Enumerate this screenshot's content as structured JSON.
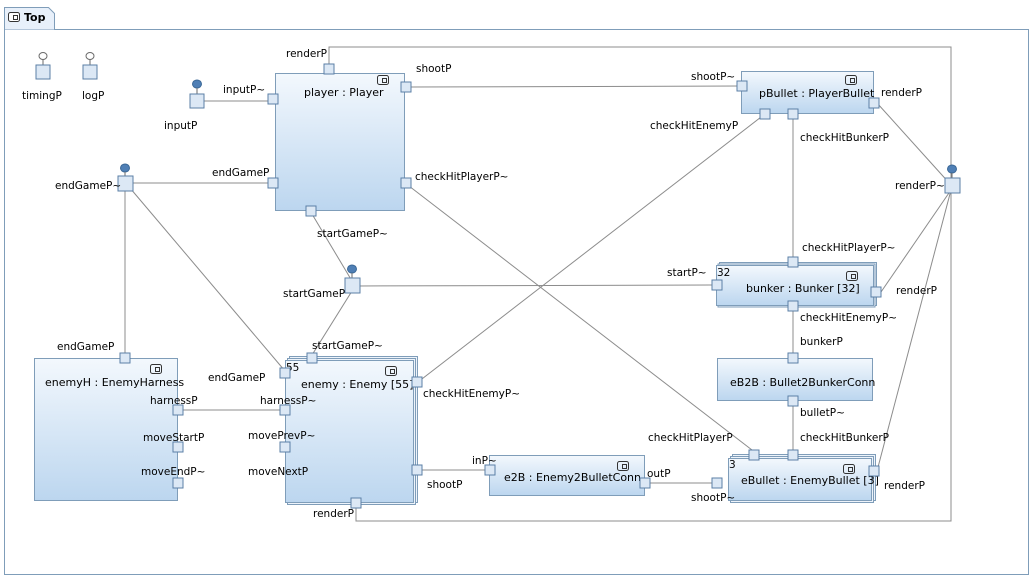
{
  "frame": {
    "title": "Top"
  },
  "colors": {
    "box_top": "#f3f8fd",
    "box_bottom": "#bcd6ef",
    "border": "#7f9db9",
    "connector": "#8c8c8c"
  },
  "icons": {
    "frame_icon": "structure-icon",
    "actor_icon": "structure-icon"
  },
  "nodes": {
    "player": "player : Player",
    "pBullet": "pBullet : PlayerBullet",
    "bunker": "bunker : Bunker [32]",
    "bunker_mult": "32",
    "eB2B": "eB2B : Bullet2BunkerConn",
    "enemyH": "enemyH : EnemyHarness",
    "enemy": "enemy : Enemy [55]",
    "enemy_mult": "55",
    "e2B": "e2B : Enemy2BulletConn",
    "eBullet": "eBullet : EnemyBullet [3]",
    "eBullet_mult": "3"
  },
  "ports": {
    "timingP": "timingP",
    "logP": "logP",
    "inputP": "inputP",
    "inputP_tilde": "inputP~",
    "renderP_player": "renderP",
    "shootP_player": "shootP",
    "shootP_tilde_pbullet": "shootP~",
    "renderP_pbullet": "renderP",
    "checkHitEnemyP": "checkHitEnemyP",
    "checkHitBunkerP_pbullet": "checkHitBunkerP",
    "endGameP_tilde": "endGameP~",
    "endGameP_player": "endGameP",
    "checkHitPlayerP_tilde": "checkHitPlayerP~",
    "renderP_tilde": "renderP~",
    "startGameP_tilde_player": "startGameP~",
    "checkHitPlayerP_tilde_bunker": "checkHitPlayerP~",
    "startP_tilde": "startP~",
    "startGameP": "startGameP",
    "renderP_bunker": "renderP",
    "checkHitEnemyP_tilde_bunker": "checkHitEnemyP~",
    "endGameP_enemyH": "endGameP",
    "startGameP_tilde_enemy": "startGameP~",
    "bunkerP": "bunkerP",
    "endGameP_enemy": "endGameP",
    "harnessP": "harnessP",
    "harnessP_tilde": "harnessP~",
    "checkHitEnemyP_tilde_enemy": "checkHitEnemyP~",
    "bulletP_tilde": "bulletP~",
    "moveStartP": "moveStartP",
    "movePrevP_tilde": "movePrevP~",
    "checkHitPlayerP_ebullet": "checkHitPlayerP",
    "checkHitBunkerP_ebullet": "checkHitBunkerP",
    "inP_tilde": "inP~",
    "moveEndP_tilde": "moveEndP~",
    "moveNextP": "moveNextP",
    "shootP_enemy": "shootP",
    "outP": "outP",
    "renderP_ebullet": "renderP",
    "shootP_tilde_ebullet": "shootP~",
    "renderP_enemy": "renderP"
  }
}
